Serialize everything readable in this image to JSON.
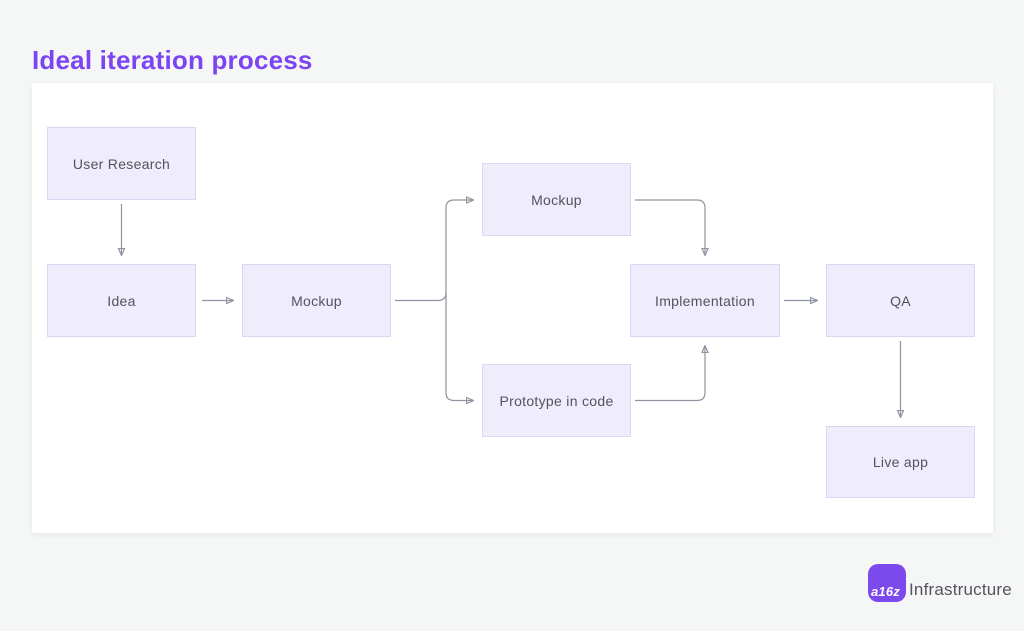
{
  "header": {
    "title": "Ideal iteration process"
  },
  "colors": {
    "accent": "#7d45f2",
    "page_background": "#f5f6f6",
    "card_background": "#ffffff",
    "node_fill": "#efedfb",
    "node_border": "#dcd6f3",
    "node_text": "#55525e",
    "arrow": "#9094a0",
    "logo_purple": "#7c4aec"
  },
  "diagram": {
    "nodes": [
      {
        "id": "user-research",
        "label": "User Research"
      },
      {
        "id": "idea",
        "label": "Idea"
      },
      {
        "id": "mockup",
        "label": "Mockup"
      },
      {
        "id": "mockup-2",
        "label": "Mockup"
      },
      {
        "id": "prototype-in-code",
        "label": "Prototype in code"
      },
      {
        "id": "implementation",
        "label": "Implementation"
      },
      {
        "id": "qa",
        "label": "QA"
      },
      {
        "id": "live-app",
        "label": "Live app"
      }
    ],
    "edges": [
      {
        "from": "user-research",
        "to": "idea"
      },
      {
        "from": "idea",
        "to": "mockup"
      },
      {
        "from": "mockup",
        "to": "mockup-2"
      },
      {
        "from": "mockup",
        "to": "prototype-in-code"
      },
      {
        "from": "mockup-2",
        "to": "implementation"
      },
      {
        "from": "prototype-in-code",
        "to": "implementation"
      },
      {
        "from": "implementation",
        "to": "qa"
      },
      {
        "from": "qa",
        "to": "live-app"
      }
    ]
  },
  "footer": {
    "logo_text": "a16z",
    "brand": "Infrastructure"
  }
}
